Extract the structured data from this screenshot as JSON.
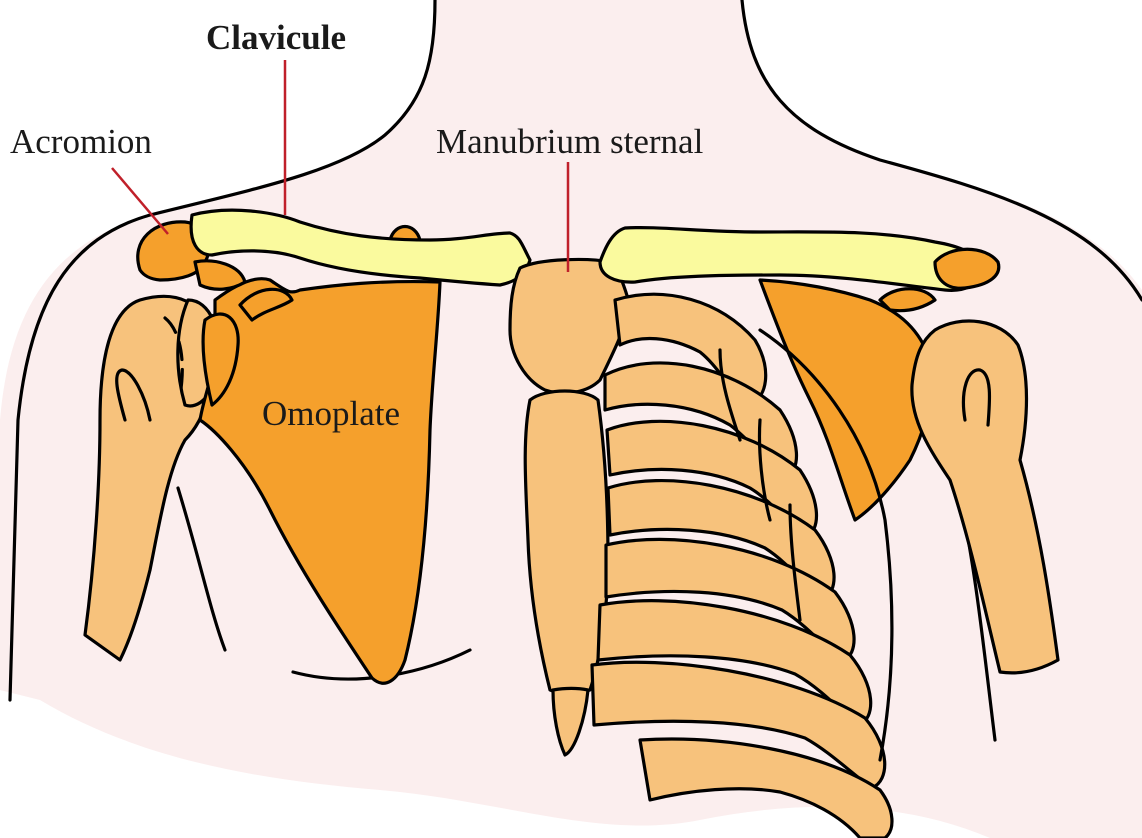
{
  "labels": {
    "clavicule": "Clavicule",
    "acromion": "Acromion",
    "manubrium": "Manubrium sternal",
    "omoplate": "Omoplate"
  },
  "colors": {
    "skin": "#fbeeee",
    "bone": "#f7c27c",
    "scapula": "#f5a02c",
    "clavicle": "#fafa9e",
    "pointer": "#c0202a",
    "outline": "#000000"
  }
}
